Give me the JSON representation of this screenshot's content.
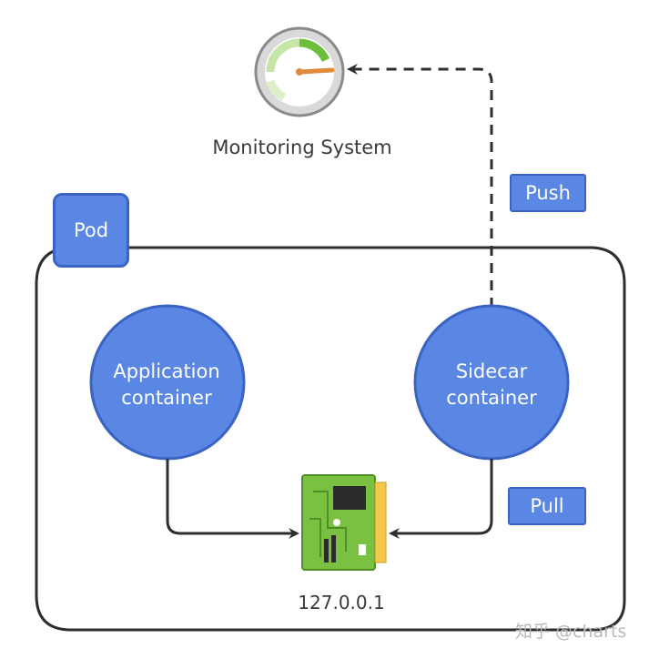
{
  "monitoring": {
    "label": "Monitoring System",
    "icon": "gauge-icon"
  },
  "pod": {
    "label": "Pod"
  },
  "push": {
    "label": "Push"
  },
  "pull": {
    "label": "Pull"
  },
  "app_container": {
    "line1": "Application",
    "line2": "container"
  },
  "sidecar_container": {
    "line1": "Sidecar",
    "line2": "container"
  },
  "endpoint": {
    "label": "127.0.0.1",
    "icon": "network-card-icon"
  },
  "watermark": "知乎 @charts",
  "colors": {
    "node_fill": "#5a87e3",
    "node_border": "#3a63c4",
    "card_green": "#7ac142",
    "gauge_green": "#6bbf3a",
    "needle": "#e08a3c",
    "line": "#333333"
  }
}
